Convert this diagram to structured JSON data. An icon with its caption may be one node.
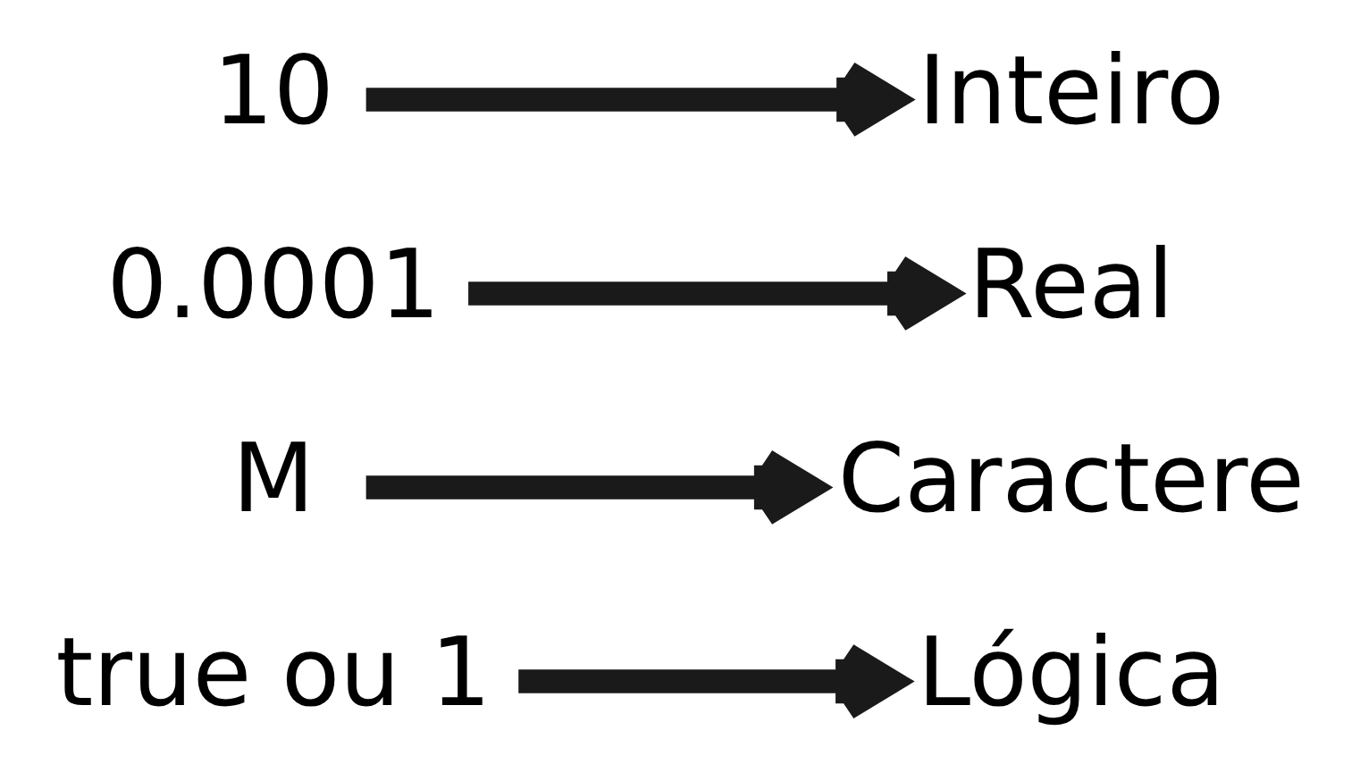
{
  "diagram": {
    "nodes": [
      {
        "text": [
          "10"
        ]
      },
      {
        "text": [
          "Inteiro"
        ]
      },
      {
        "text": [
          "0.0001"
        ]
      },
      {
        "text": [
          "Real"
        ]
      },
      {
        "text": [
          "M"
        ]
      },
      {
        "text": [
          "Caractere"
        ]
      },
      {
        "text": [
          "true ou 1"
        ]
      },
      {
        "text": [
          "Lógica"
        ]
      }
    ],
    "edges": [
      {
        "from": 0,
        "to": 1,
        "arrow": "to"
      },
      {
        "from": 2,
        "to": 3,
        "arrow": "to"
      },
      {
        "from": 4,
        "to": 5,
        "arrow": "to"
      },
      {
        "from": 6,
        "to": 7,
        "arrow": "to"
      }
    ]
  }
}
